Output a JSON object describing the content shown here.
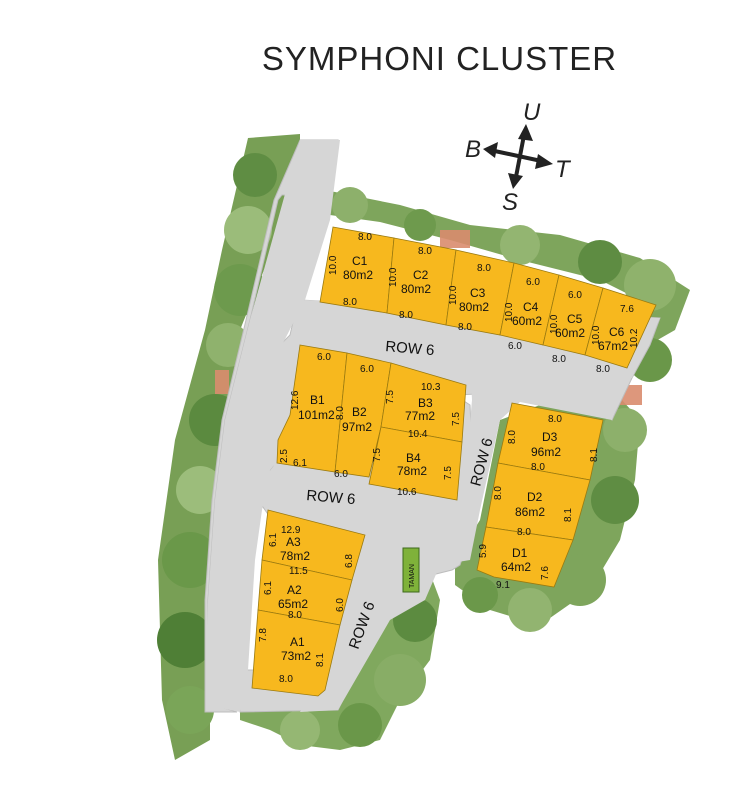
{
  "title": "SYMPHONI CLUSTER",
  "compass": {
    "north": "U",
    "south": "S",
    "east": "T",
    "west": "B"
  },
  "roads": {
    "label": "ROW 6"
  },
  "taman_label": "TAMAN",
  "colors": {
    "plot": "#f7b81e",
    "road": "#d3d3d3",
    "greenery": "#6f9a4c",
    "taman": "#7fb23a",
    "paving": "#d98c6e"
  },
  "plots": {
    "A1": {
      "id": "A1",
      "area": "73m2",
      "top": "8.0",
      "bottom": "8.0",
      "left": "7.8",
      "right": "8.1"
    },
    "A2": {
      "id": "A2",
      "area": "65m2",
      "top": "11.5",
      "bottom": "8.0",
      "left": "6.1",
      "right": "6.0"
    },
    "A3": {
      "id": "A3",
      "area": "78m2",
      "top": "12.9",
      "left": "6.1",
      "right": "6.8"
    },
    "B1": {
      "id": "B1",
      "area": "101m2",
      "top": "6.0",
      "bottom": "6.1",
      "left": "12.6",
      "left2": "2.5"
    },
    "B2": {
      "id": "B2",
      "area": "97m2",
      "top": "6.0",
      "bottom": "6.0",
      "left": "8.0"
    },
    "B3": {
      "id": "B3",
      "area": "77m2",
      "top": "10.3",
      "left": "7.5",
      "right": "7.5"
    },
    "B4": {
      "id": "B4",
      "area": "78m2",
      "top": "10.4",
      "bottom": "10.6",
      "left": "7.5",
      "right": "7.5"
    },
    "C1": {
      "id": "C1",
      "area": "80m2",
      "top": "8.0",
      "bottom": "8.0",
      "left": "10.0"
    },
    "C2": {
      "id": "C2",
      "area": "80m2",
      "top": "8.0",
      "bottom": "8.0",
      "left": "10.0"
    },
    "C3": {
      "id": "C3",
      "area": "80m2",
      "top": "8.0",
      "bottom": "8.0",
      "left": "10.0"
    },
    "C4": {
      "id": "C4",
      "area": "60m2",
      "top": "6.0",
      "bottom": "6.0",
      "left": "10.0"
    },
    "C5": {
      "id": "C5",
      "area": "60m2",
      "top": "6.0",
      "bottom": "8.0",
      "left": "10.0"
    },
    "C6": {
      "id": "C6",
      "area": "67m2",
      "top": "7.6",
      "bottom": "8.0",
      "left": "10.0",
      "right": "10.2"
    },
    "D1": {
      "id": "D1",
      "area": "64m2",
      "top": "8.0",
      "bottom": "9.1",
      "left": "5.9",
      "right": "7.6"
    },
    "D2": {
      "id": "D2",
      "area": "86m2",
      "top": "8.0",
      "left": "8.0",
      "right": "8.1"
    },
    "D3": {
      "id": "D3",
      "area": "96m2",
      "top": "8.0",
      "left": "8.0",
      "right": "8.1"
    }
  }
}
